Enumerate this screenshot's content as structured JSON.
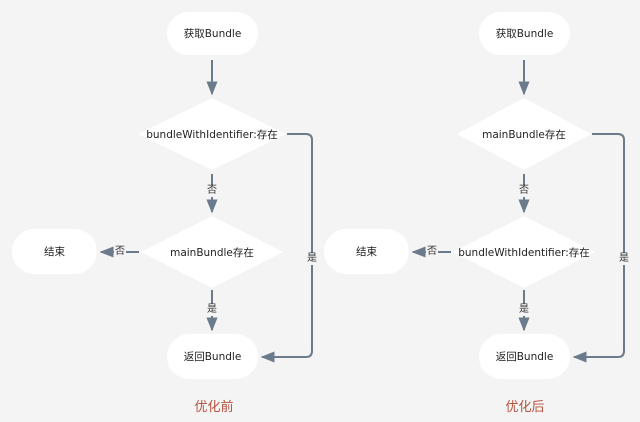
{
  "colors": {
    "background": "#f4f4f4",
    "node_fill": "#ffffff",
    "edge": "#6b7b8c",
    "caption": "#b5533f"
  },
  "left": {
    "start": "获取Bundle",
    "decision1": "bundleWithIdentifier:存在",
    "decision2": "mainBundle存在",
    "end": "结束",
    "result": "返回Bundle",
    "label_no1": "否",
    "label_no2": "否",
    "label_yes_down": "是",
    "label_yes_side": "是",
    "caption": "优化前"
  },
  "right": {
    "start": "获取Bundle",
    "decision1": "mainBundle存在",
    "decision2": "bundleWithIdentifier:存在",
    "end": "结束",
    "result": "返回Bundle",
    "label_no1": "否",
    "label_no2": "否",
    "label_yes_down": "是",
    "label_yes_side": "是",
    "caption": "优化后"
  }
}
